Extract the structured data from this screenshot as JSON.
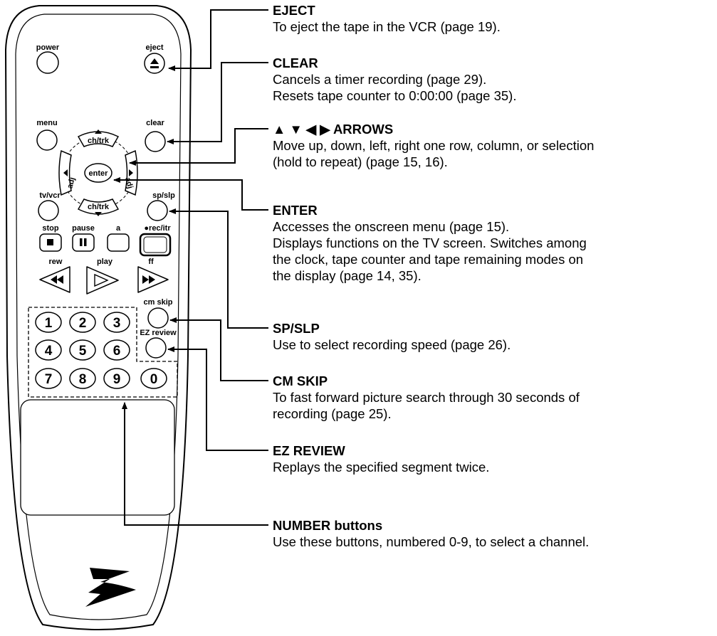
{
  "remote": {
    "labels": {
      "power": "power",
      "eject": "eject",
      "menu": "menu",
      "clear": "clear",
      "ch_trk_up": "ch/trk",
      "ch_trk_down": "ch/trk",
      "adj_left": "adj",
      "adj_right": "adj",
      "enter": "enter",
      "tv_vcr": "tv/vcr",
      "sp_slp": "sp/slp",
      "stop": "stop",
      "pause": "pause",
      "a": "a",
      "rec_itr": "●rec/itr",
      "rew": "rew",
      "play": "play",
      "ff": "ff",
      "cm_skip": "cm skip",
      "ez_review": "EZ review"
    },
    "numbers": [
      "1",
      "2",
      "3",
      "4",
      "5",
      "6",
      "7",
      "8",
      "9",
      "0"
    ]
  },
  "callouts": [
    {
      "title": "EJECT",
      "lines": [
        "To eject the tape in the VCR (page 19)."
      ]
    },
    {
      "title": "CLEAR",
      "lines": [
        "Cancels a timer recording (page 29).",
        "Resets tape counter to 0:00:00 (page 35)."
      ]
    },
    {
      "title": "▲ ▼ ◀ ▶  ARROWS",
      "lines": [
        "Move up, down, left, right one row, column, or selection",
        "(hold to repeat) (page 15, 16)."
      ]
    },
    {
      "title": "ENTER",
      "lines": [
        "Accesses the onscreen menu (page 15).",
        "Displays functions on the TV screen. Switches among",
        "the clock, tape counter and tape remaining modes on",
        "the display (page 14, 35)."
      ]
    },
    {
      "title": "SP/SLP",
      "lines": [
        "Use to select recording speed (page 26)."
      ]
    },
    {
      "title": "CM SKIP",
      "lines": [
        "To fast forward picture search through 30 seconds of",
        "recording (page 25)."
      ]
    },
    {
      "title": "EZ REVIEW",
      "lines": [
        "Replays the specified segment twice."
      ]
    },
    {
      "title": "NUMBER buttons",
      "lines": [
        "Use these buttons, numbered 0-9, to select a channel."
      ]
    }
  ]
}
